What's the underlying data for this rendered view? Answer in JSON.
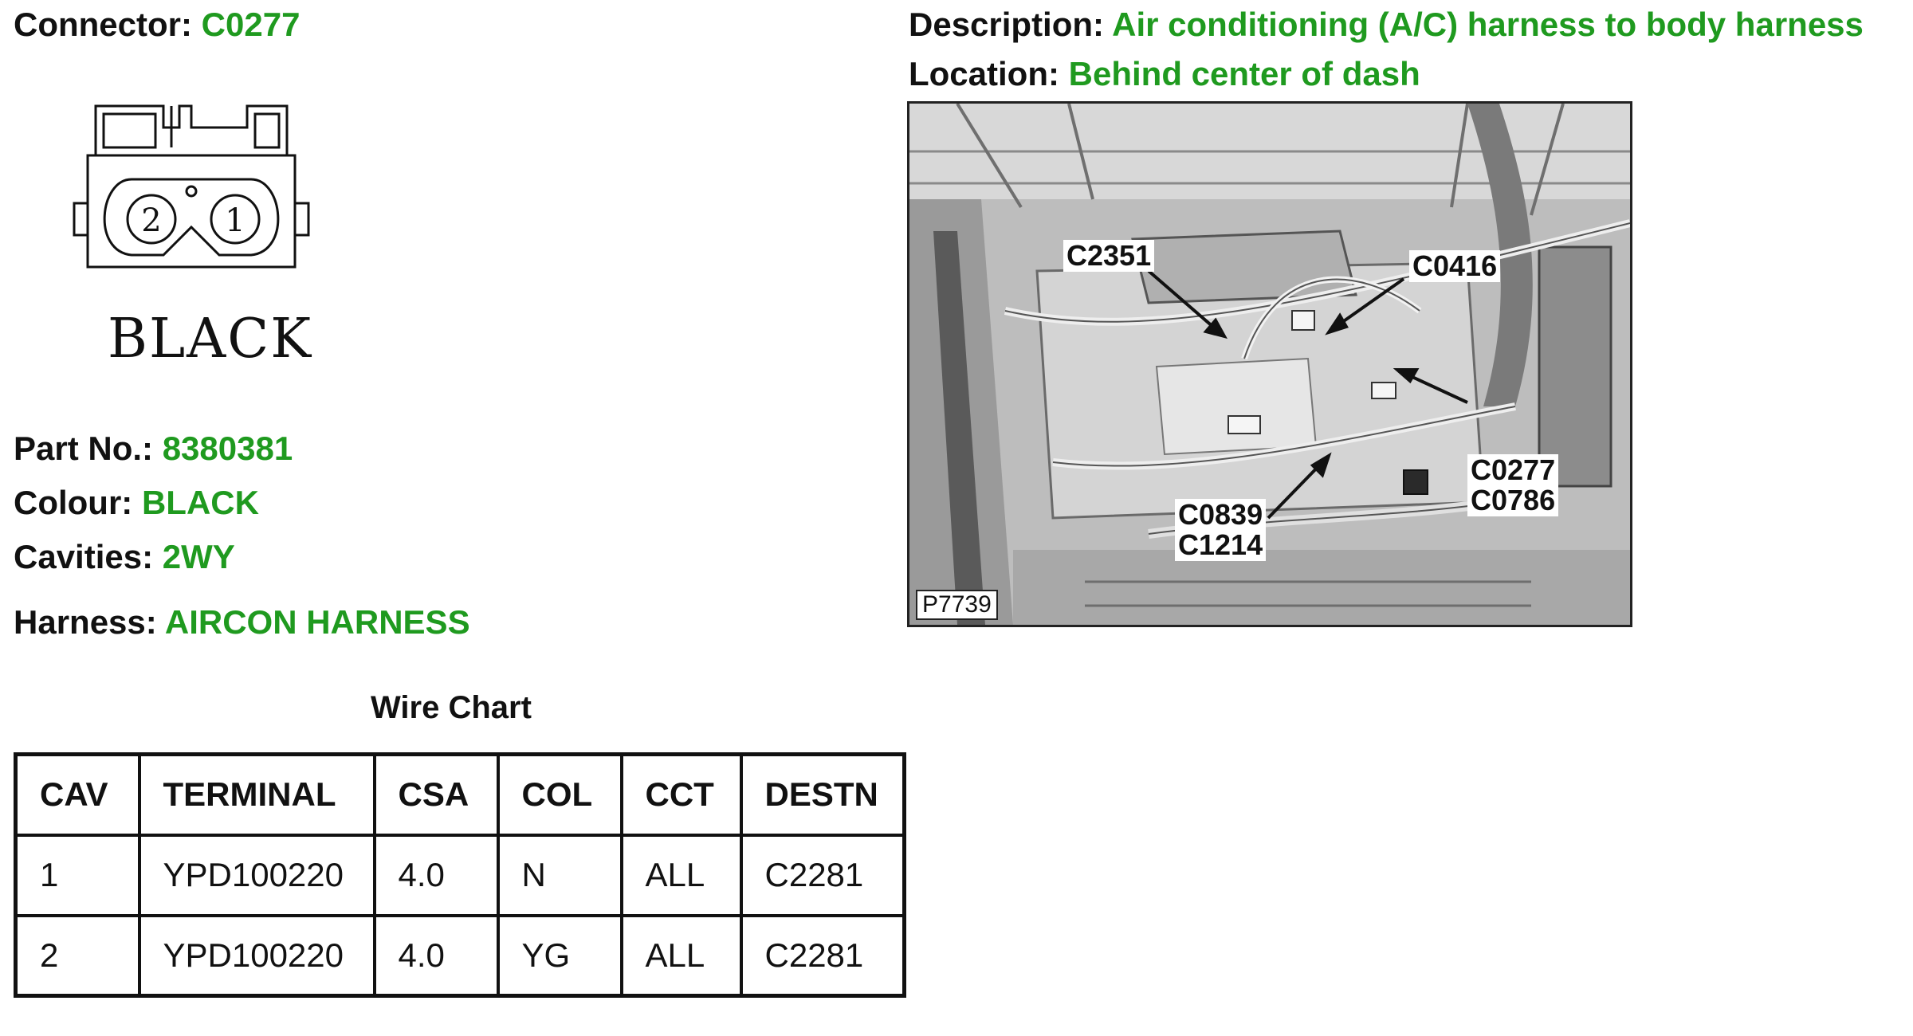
{
  "connector": {
    "label": "Connector:",
    "value": "C0277"
  },
  "description": {
    "label": "Description:",
    "value": "Air conditioning (A/C) harness to body harness"
  },
  "location": {
    "label": "Location:",
    "value": "Behind center of dash"
  },
  "connector_face": {
    "cavity_labels": [
      "2",
      "1"
    ],
    "colour_caption": "BLACK"
  },
  "part_no": {
    "label": "Part No.:",
    "value": "8380381"
  },
  "colour": {
    "label": "Colour:",
    "value": "BLACK"
  },
  "cavities": {
    "label": "Cavities:",
    "value": "2WY"
  },
  "harness": {
    "label": "Harness:",
    "value": "AIRCON HARNESS"
  },
  "wire_chart": {
    "title": "Wire Chart",
    "headers": [
      "CAV",
      "TERMINAL",
      "CSA",
      "COL",
      "CCT",
      "DESTN"
    ],
    "rows": [
      [
        "1",
        "YPD100220",
        "4.0",
        "N",
        "ALL",
        "C2281"
      ],
      [
        "2",
        "YPD100220",
        "4.0",
        "YG",
        "ALL",
        "C2281"
      ]
    ]
  },
  "photo": {
    "callouts": [
      "C2351",
      "C0416",
      "C0277",
      "C0786",
      "C0839",
      "C1214"
    ],
    "reference": "P7739"
  },
  "colors": {
    "label_text": "#111111",
    "value_green": "#1f9a1f"
  }
}
